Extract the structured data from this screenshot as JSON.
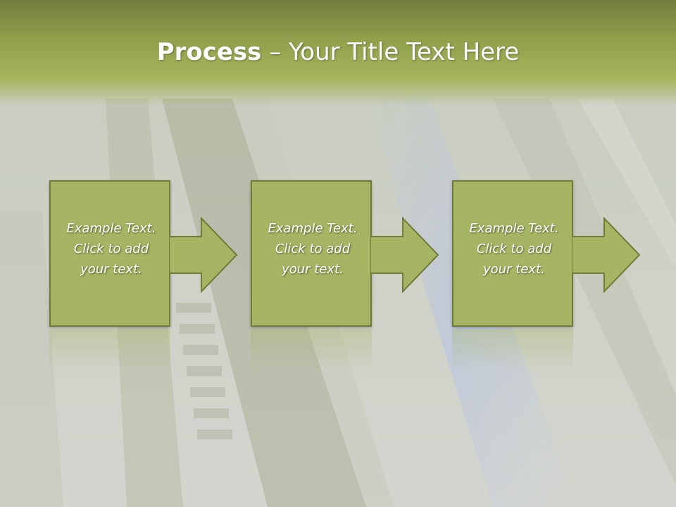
{
  "slide": {
    "title_bold": "Process",
    "title_rest": " – Your Title Text Here"
  },
  "steps": [
    {
      "text": "Example Text.\nClick  to add\nyour text."
    },
    {
      "text": "Example Text.\nClick  to add\nyour text."
    },
    {
      "text": "Example Text.\nClick  to add\nyour text."
    }
  ],
  "colors": {
    "accent_green": "#a6b563",
    "border_green": "#6f7b36",
    "title_band": "#8e9e4a"
  },
  "icons": [
    "arrow-right-icon",
    "arrow-right-icon",
    "arrow-right-icon"
  ]
}
